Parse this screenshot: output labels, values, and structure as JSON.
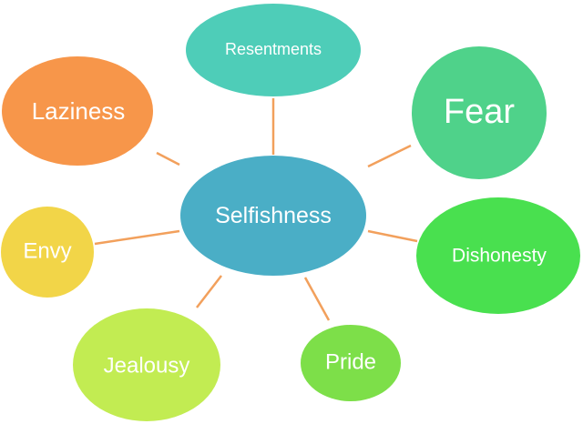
{
  "center": {
    "label": "Selfishness",
    "color": "#4aaec6"
  },
  "nodes": [
    {
      "id": "resentments",
      "label": "Resentments",
      "color": "#4ecdb8"
    },
    {
      "id": "laziness",
      "label": "Laziness",
      "color": "#f7964a"
    },
    {
      "id": "fear",
      "label": "Fear",
      "color": "#4fd28a"
    },
    {
      "id": "envy",
      "label": "Envy",
      "color": "#f2d548"
    },
    {
      "id": "dishonesty",
      "label": "Dishonesty",
      "color": "#49e04f"
    },
    {
      "id": "jealousy",
      "label": "Jealousy",
      "color": "#c2ec52"
    },
    {
      "id": "pride",
      "label": "Pride",
      "color": "#7ddf49"
    }
  ],
  "connector_color": "#f2a05c"
}
